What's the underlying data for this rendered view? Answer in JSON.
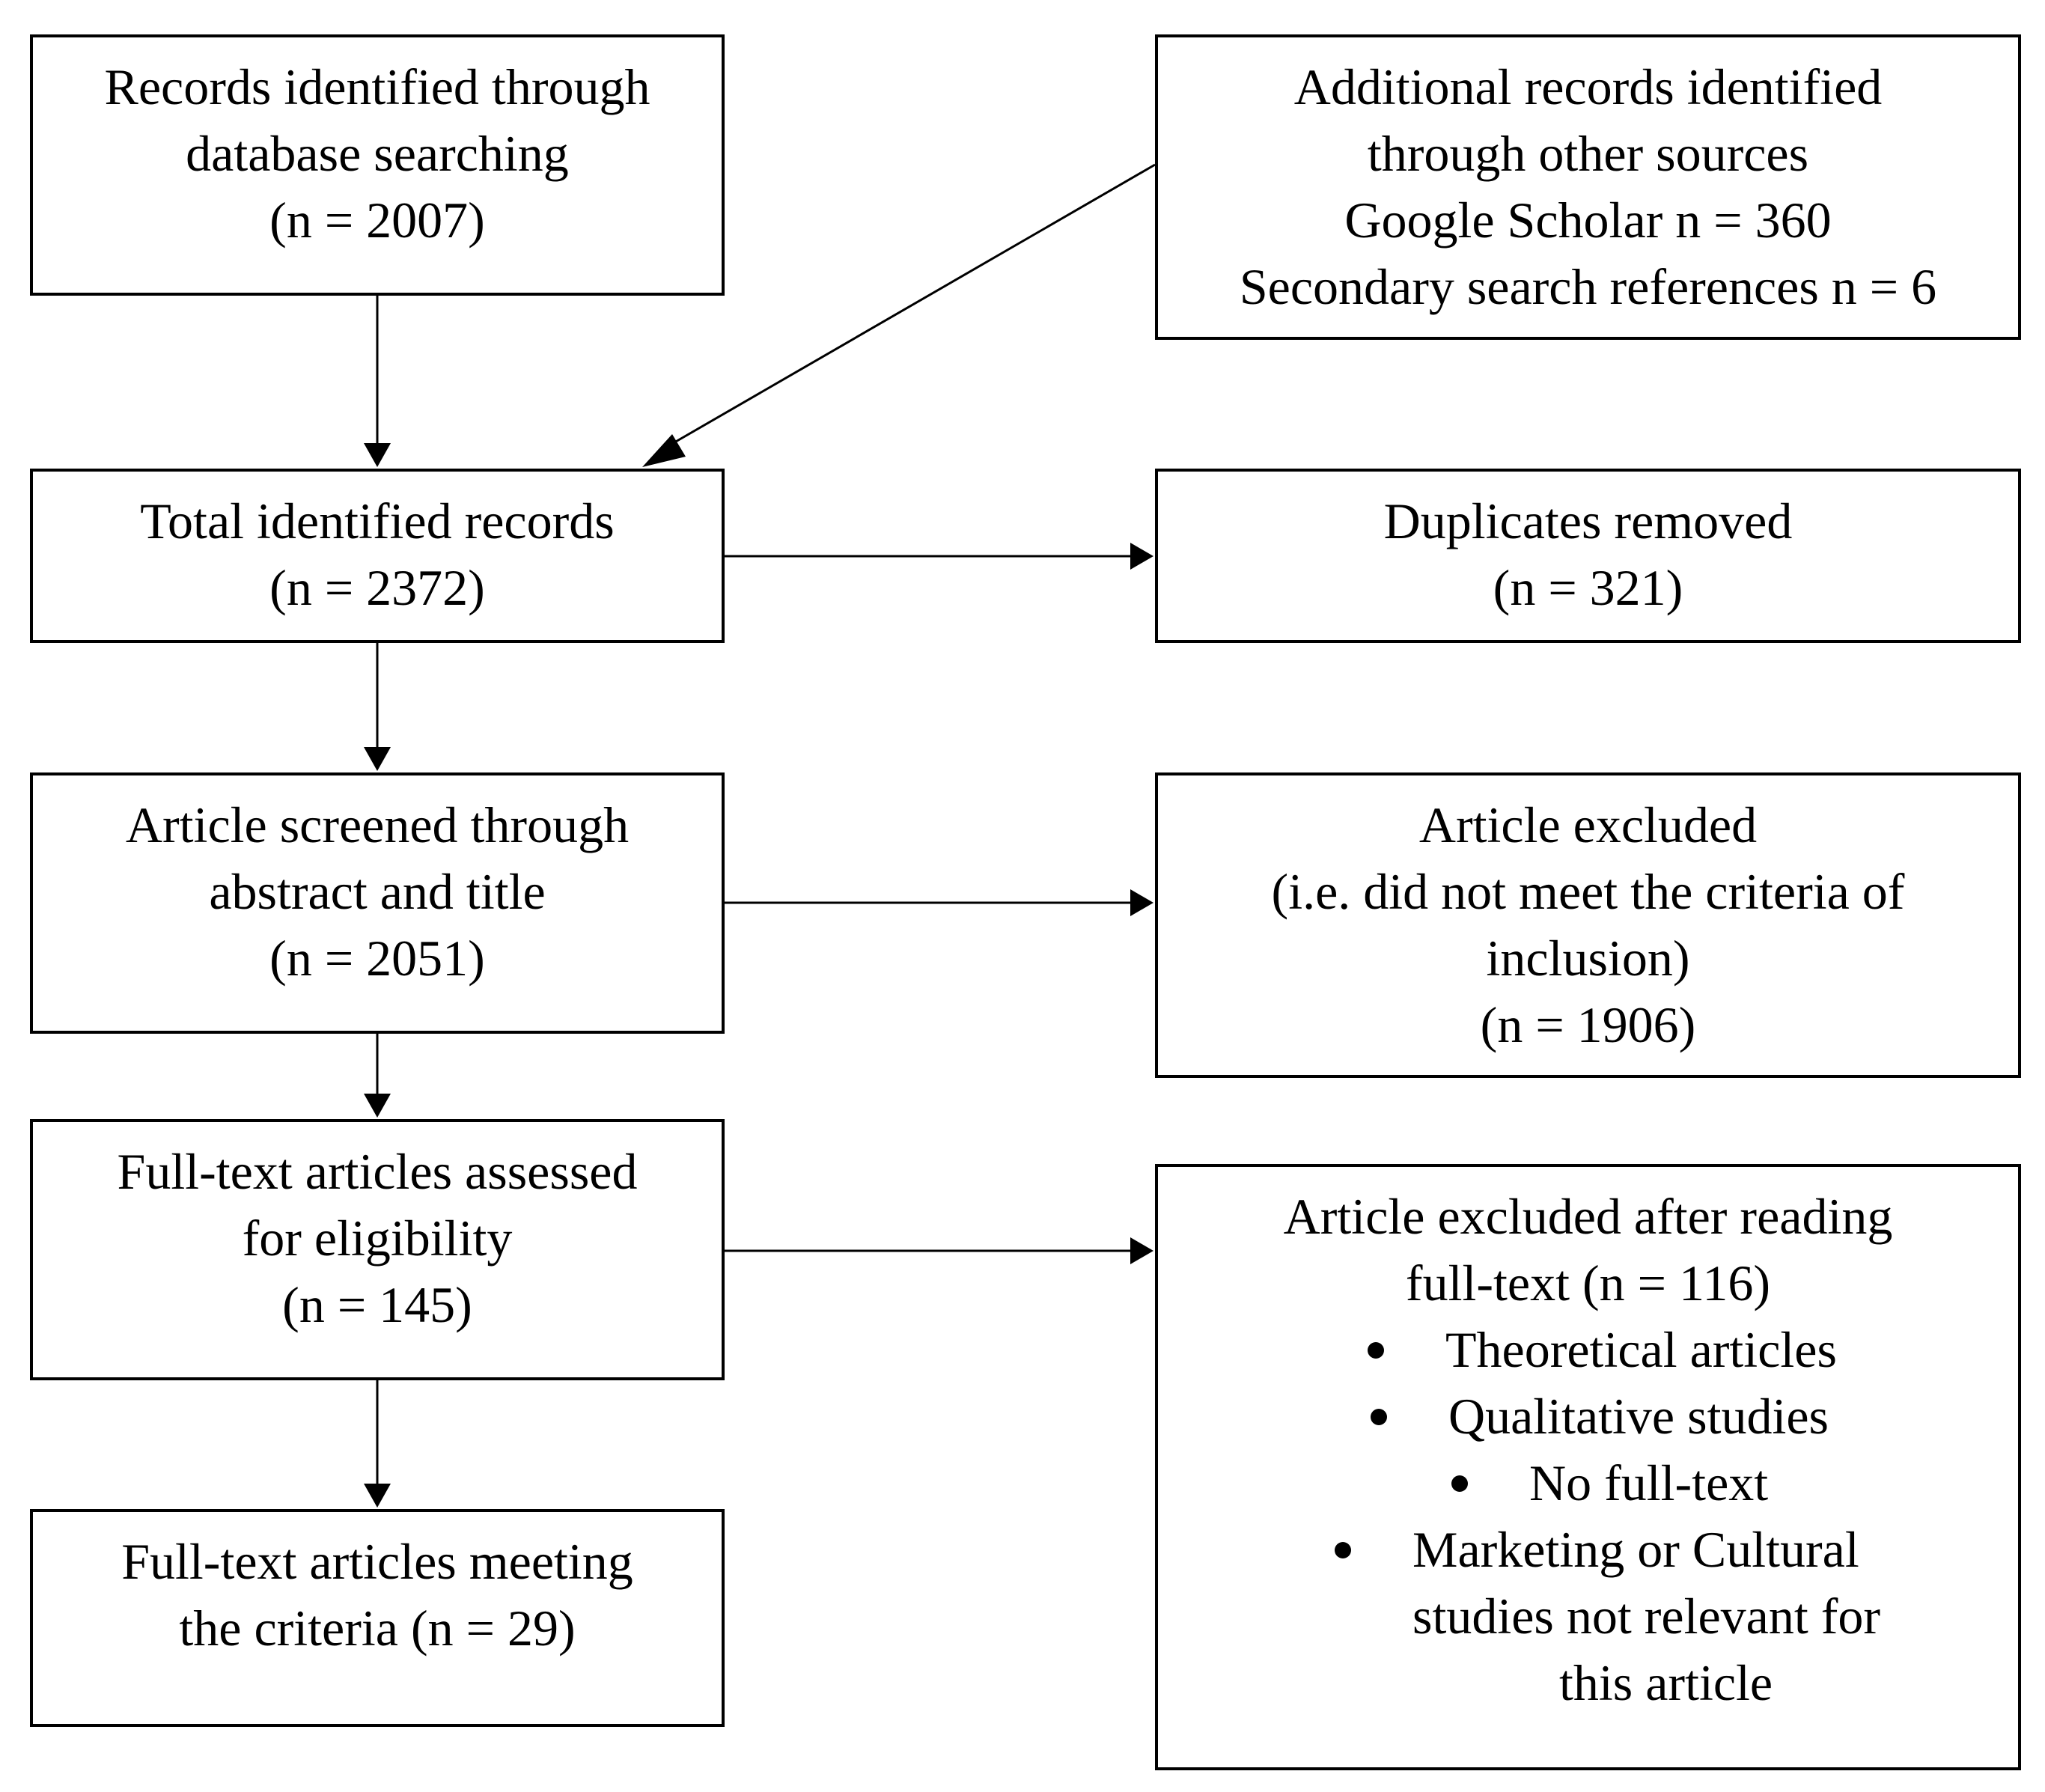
{
  "boxes": {
    "records_db": {
      "lines": [
        "Records identified through",
        "database searching",
        "(n = 2007)"
      ]
    },
    "additional": {
      "lines": [
        "Additional records identified",
        "through other sources",
        "Google Scholar n = 360",
        "Secondary search references n = 6"
      ]
    },
    "total": {
      "lines": [
        "Total identified records",
        "(n = 2372)"
      ]
    },
    "duplicates": {
      "lines": [
        "Duplicates removed",
        "(n = 321)"
      ]
    },
    "screened": {
      "lines": [
        "Article screened through",
        "abstract and title",
        "(n = 2051)"
      ]
    },
    "excluded": {
      "lines": [
        "Article excluded",
        "(i.e. did not meet the criteria of",
        "inclusion)",
        "(n = 1906)"
      ]
    },
    "fulltext": {
      "lines": [
        "Full-text articles assessed",
        "for eligibility",
        "(n = 145)"
      ]
    },
    "excluded_reading": {
      "lines": [
        "Article excluded after reading",
        "full-text (n = 116)"
      ],
      "bullets": [
        "Theoretical articles",
        "Qualitative studies",
        "No full-text"
      ],
      "last_bullet_lines": [
        "Marketing or Cultural",
        "studies not relevant for",
        "this article"
      ]
    },
    "meeting": {
      "lines": [
        "Full-text articles meeting",
        "the criteria (n = 29)"
      ]
    }
  },
  "colors": {
    "stroke": "#000000",
    "background": "#ffffff"
  }
}
